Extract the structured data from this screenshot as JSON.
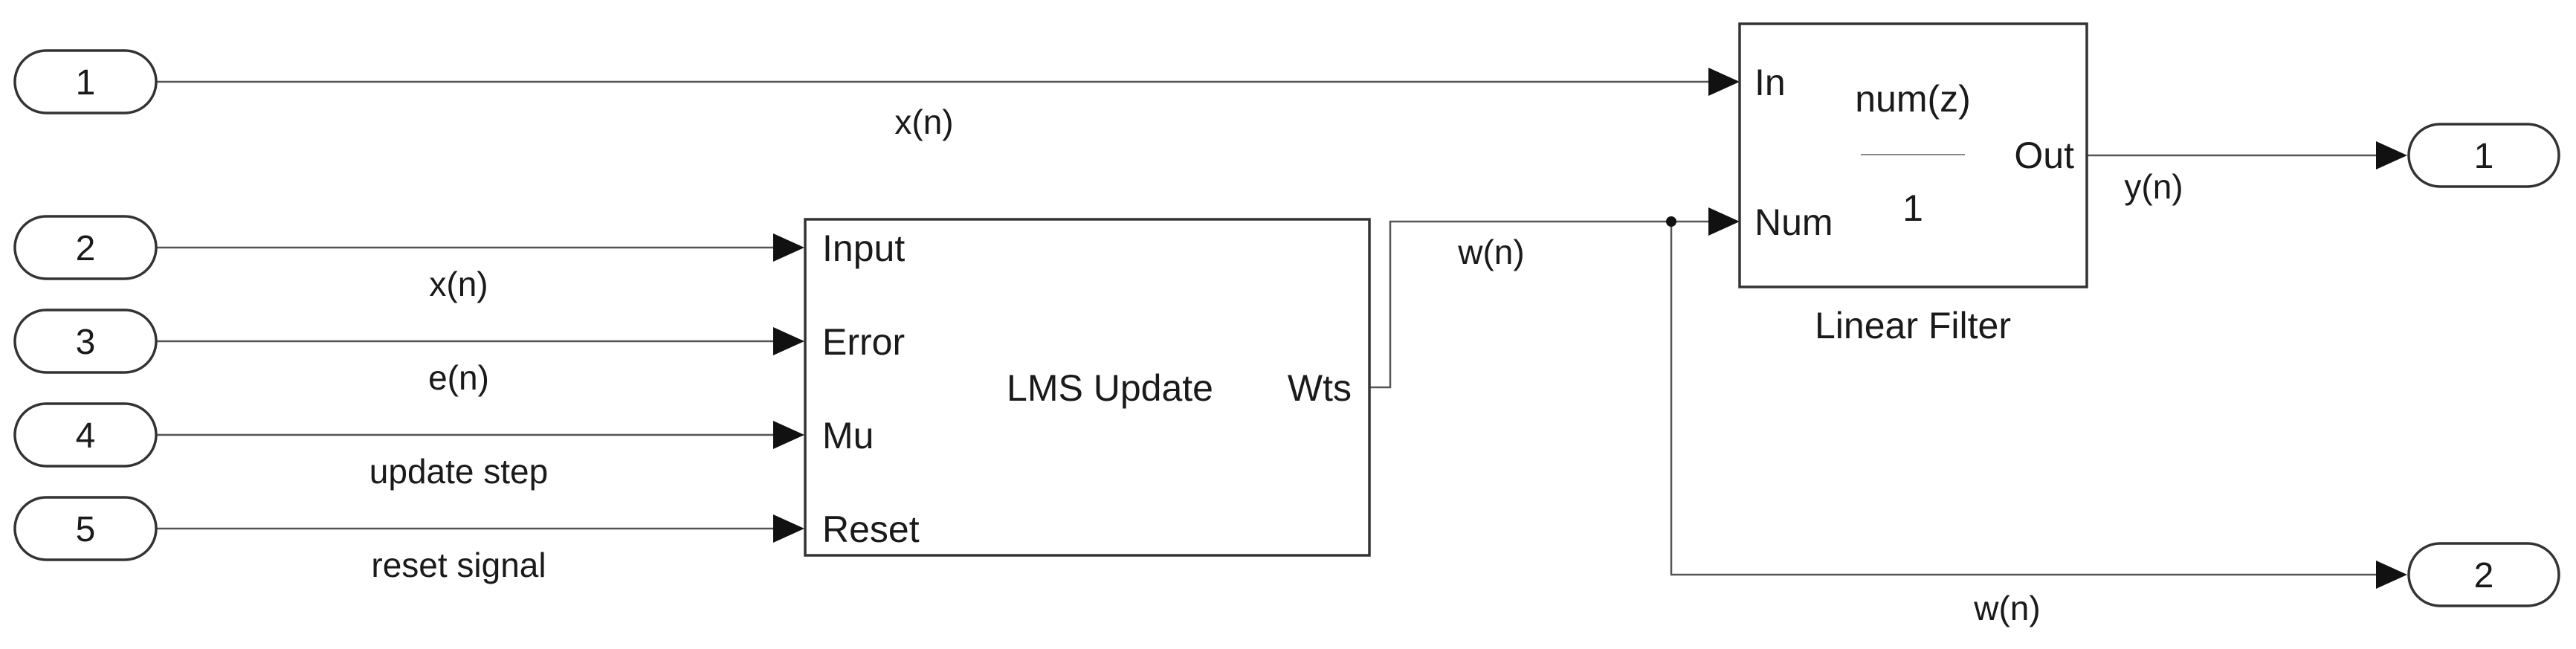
{
  "inports": [
    {
      "number": "1",
      "signal": "x(n)"
    },
    {
      "number": "2",
      "signal": "x(n)"
    },
    {
      "number": "3",
      "signal": "e(n)"
    },
    {
      "number": "4",
      "signal": "update step"
    },
    {
      "number": "5",
      "signal": "reset signal"
    }
  ],
  "outports": [
    {
      "number": "1",
      "signal": "y(n)"
    },
    {
      "number": "2",
      "signal": "w(n)"
    }
  ],
  "lms_block": {
    "title": "LMS Update",
    "inputs": [
      "Input",
      "Error",
      "Mu",
      "Reset"
    ],
    "output": "Wts"
  },
  "filter_block": {
    "name": "Linear Filter",
    "inputs": [
      "In",
      "Num"
    ],
    "output": "Out",
    "numerator": "num(z)",
    "denominator": "1"
  },
  "weights_signal": "w(n)"
}
